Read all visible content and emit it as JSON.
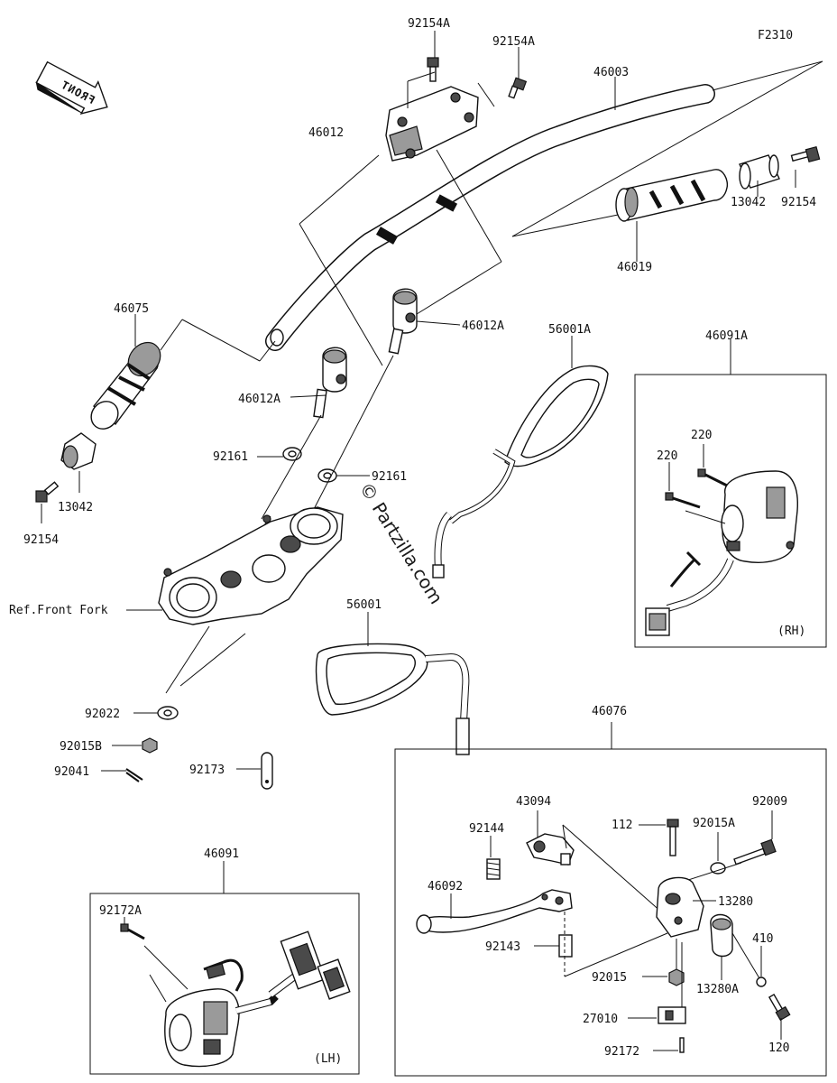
{
  "diagram_code": "F2310",
  "direction_label": "FRONT",
  "watermark": "© Partzilla.com",
  "callouts": {
    "p92154A_a": "92154A",
    "p92154A_b": "92154A",
    "p46003": "46003",
    "p46012": "46012",
    "p92154_r": "92154",
    "p13042_r": "13042",
    "p46019": "46019",
    "p46075": "46075",
    "p46012A_r": "46012A",
    "p46012A_l": "46012A",
    "p56001A": "56001A",
    "p46091A": "46091A",
    "p220_a": "220",
    "p220_b": "220",
    "p92161_l": "92161",
    "p92161_r": "92161",
    "p13042_l": "13042",
    "p92154_l": "92154",
    "ref_front_fork": "Ref.Front Fork",
    "p56001": "56001",
    "p92022": "92022",
    "p92015B": "92015B",
    "p92041": "92041",
    "p92173": "92173",
    "p46076": "46076",
    "p43094": "43094",
    "p92144": "92144",
    "p112": "112",
    "p92015A": "92015A",
    "p92009": "92009",
    "p46092": "46092",
    "p13280": "13280",
    "p92143": "92143",
    "p410": "410",
    "p92015": "92015",
    "p13280A": "13280A",
    "p27010": "27010",
    "p120": "120",
    "p92172": "92172",
    "p46091": "46091",
    "p92172A": "92172A"
  },
  "box_tags": {
    "rh": "(RH)",
    "lh": "(LH)"
  }
}
